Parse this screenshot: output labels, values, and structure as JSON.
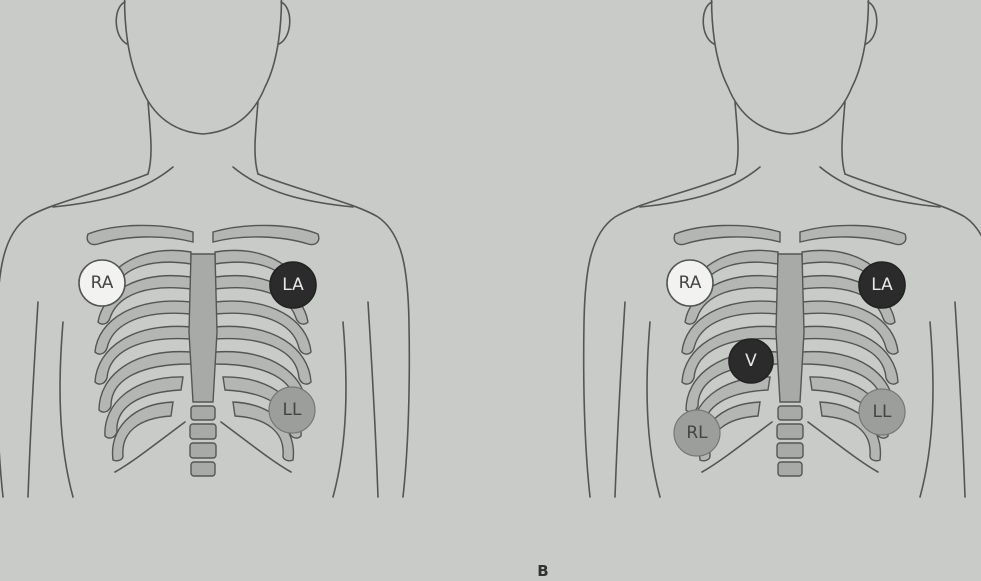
{
  "figure": {
    "caption": "B",
    "panels": [
      {
        "id": "left",
        "electrodes": [
          {
            "label": "RA",
            "style": "white"
          },
          {
            "label": "LA",
            "style": "black"
          },
          {
            "label": "LL",
            "style": "gray"
          }
        ]
      },
      {
        "id": "right",
        "electrodes": [
          {
            "label": "RA",
            "style": "white"
          },
          {
            "label": "LA",
            "style": "black"
          },
          {
            "label": "V",
            "style": "black"
          },
          {
            "label": "RL",
            "style": "gray"
          },
          {
            "label": "LL",
            "style": "gray"
          }
        ]
      }
    ]
  },
  "colors": {
    "background": "#c9cbc8",
    "white_electrode": "#f2f2f0",
    "black_electrode": "#2b2b2b",
    "gray_electrode": "#9c9e9b"
  }
}
